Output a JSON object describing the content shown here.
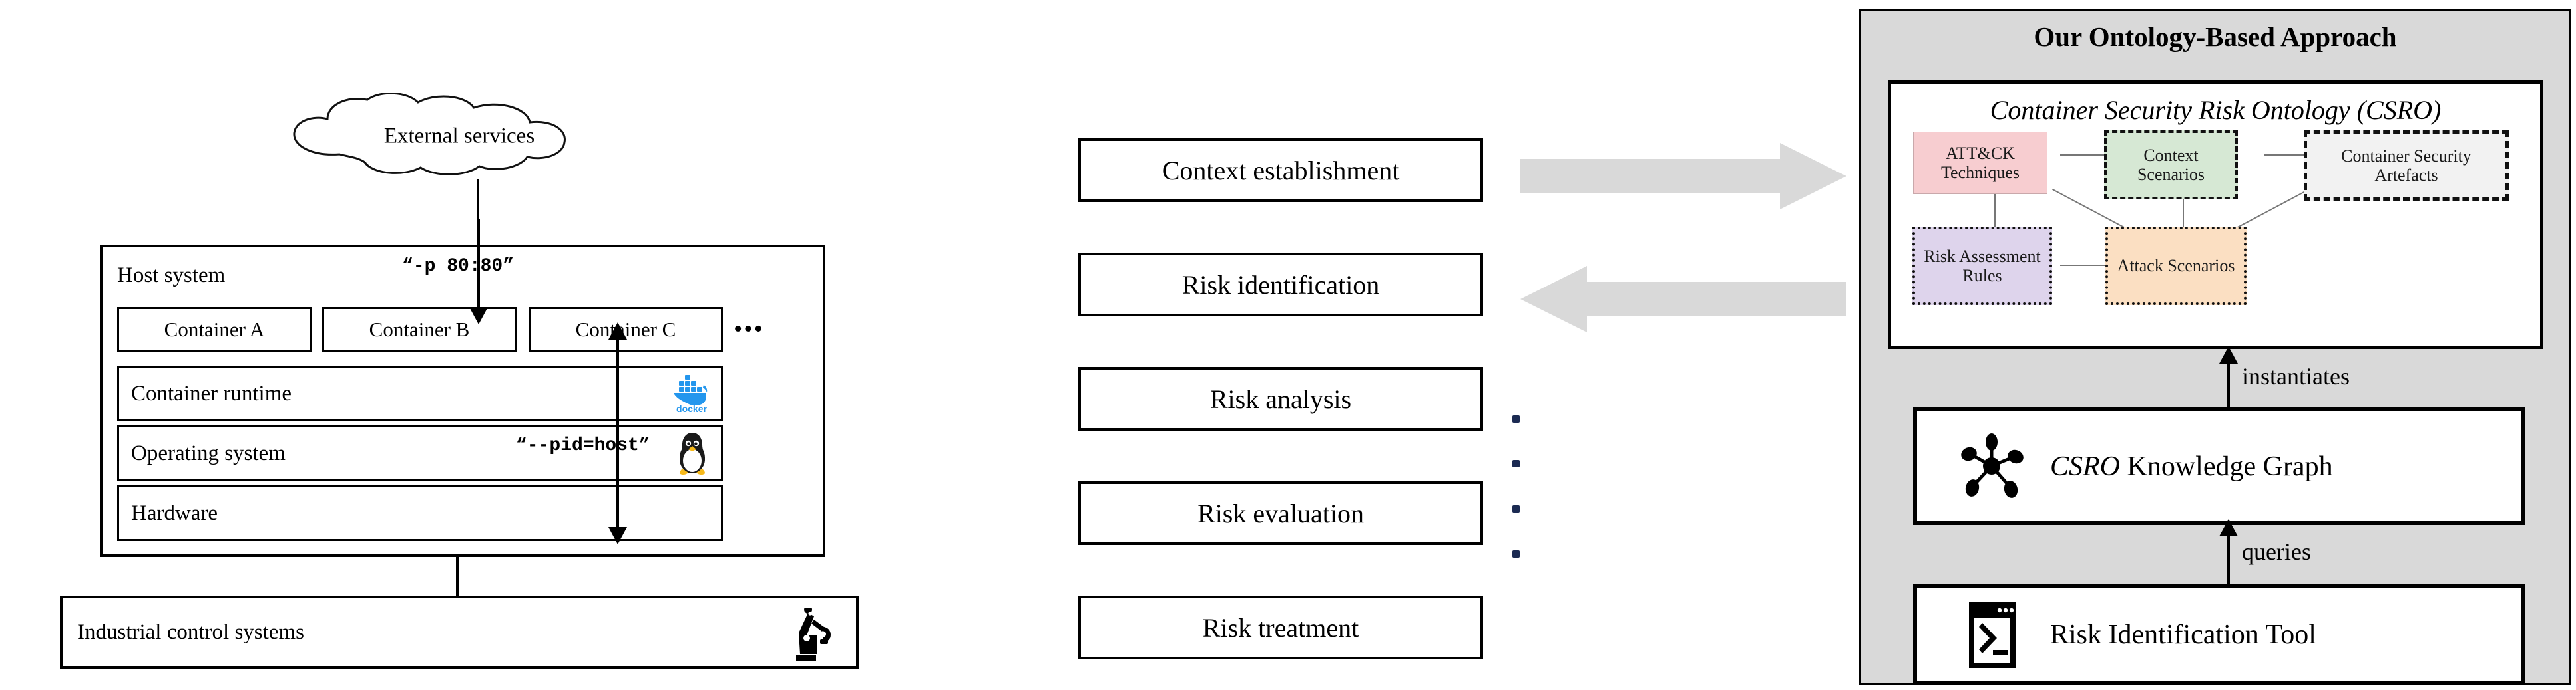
{
  "left_section": {
    "cloud": {
      "label": "External services"
    },
    "host_system": {
      "title": "Host system",
      "containers": [
        {
          "label": "Container A"
        },
        {
          "label": "Container B"
        },
        {
          "label": "Container C"
        }
      ],
      "more_indicator": "•••",
      "layers": [
        {
          "label": "Container runtime",
          "icon": "docker-icon"
        },
        {
          "label": "Operating system",
          "icon": "linux-penguin-icon"
        },
        {
          "label": "Hardware",
          "icon": ""
        }
      ],
      "annotations": [
        {
          "name": "port-mapping-flag",
          "text": "“-p 80:80”"
        },
        {
          "name": "pid-host-flag",
          "text": "“--pid=host”"
        }
      ]
    },
    "industrial": {
      "label": "Industrial control systems",
      "icon": "robot-arm-icon"
    }
  },
  "process_section": {
    "steps": [
      {
        "label": "Context establishment"
      },
      {
        "label": "Risk identification"
      },
      {
        "label": "Risk analysis"
      },
      {
        "label": "Risk evaluation"
      },
      {
        "label": "Risk treatment"
      }
    ]
  },
  "arrows": {
    "external_to_context": {
      "name": "white-arrow-right",
      "color": "#ffffff"
    },
    "context_to_approach": {
      "name": "gray-arrow-right",
      "color": "#d9d9d9"
    },
    "approach_to_identification": {
      "name": "gray-arrow-left",
      "color": "#d9d9d9"
    },
    "treatment_to_industrial": {
      "name": "white-arrow-left",
      "color": "#ffffff"
    }
  },
  "approach_section": {
    "title": "Our Ontology-Based Approach",
    "ontology": {
      "title": "Container Security Risk Ontology (CSRO)",
      "nodes": [
        {
          "id": "attack-techniques",
          "label": "ATT&CK\nTechniques",
          "color": "#f7cdd0",
          "border": "solid"
        },
        {
          "id": "context-scenarios",
          "label": "Context\nScenarios",
          "color": "#d6e8d4",
          "border": "dashed"
        },
        {
          "id": "security-artefacts",
          "label": "Container Security\nArtefacts",
          "color": "#f2f2f2",
          "border": "dashed"
        },
        {
          "id": "risk-assessment-rules",
          "label": "Risk Assessment\nRules",
          "color": "#ded4ec",
          "border": "dotted"
        },
        {
          "id": "attack-scenarios",
          "label": "Attack Scenarios",
          "color": "#fbdfc2",
          "border": "dotted"
        }
      ]
    },
    "knowledge_graph": {
      "label_italic": "CSRO",
      "label_rest": " Knowledge Graph",
      "icon": "knowledge-graph-icon"
    },
    "tool": {
      "label": "Risk Identification Tool",
      "icon": "terminal-icon"
    },
    "edges": [
      {
        "name": "instantiates-edge",
        "label": "instantiates"
      },
      {
        "name": "queries-edge",
        "label": "queries"
      }
    ],
    "panel_color": "#d9d9d9"
  }
}
